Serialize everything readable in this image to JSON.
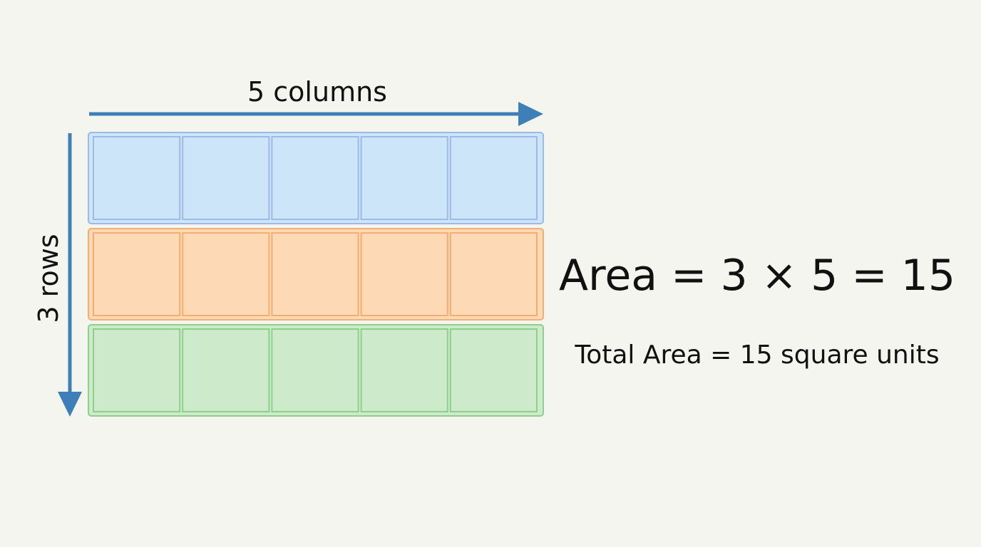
{
  "labels": {
    "columns": "5 columns",
    "rows": "3 rows",
    "formula": "Area = 3 × 5 = 15",
    "total": "Total Area = 15 square units"
  },
  "grid": {
    "rows": 3,
    "columns": 5,
    "row_colors": [
      {
        "fill": "#cce5f8",
        "stroke": "#9fb9e6"
      },
      {
        "fill": "#fdd9b5",
        "stroke": "#f4ad72"
      },
      {
        "fill": "#cdebcb",
        "stroke": "#8fcf8c"
      }
    ]
  },
  "arrow_color": "#3f7fb8"
}
